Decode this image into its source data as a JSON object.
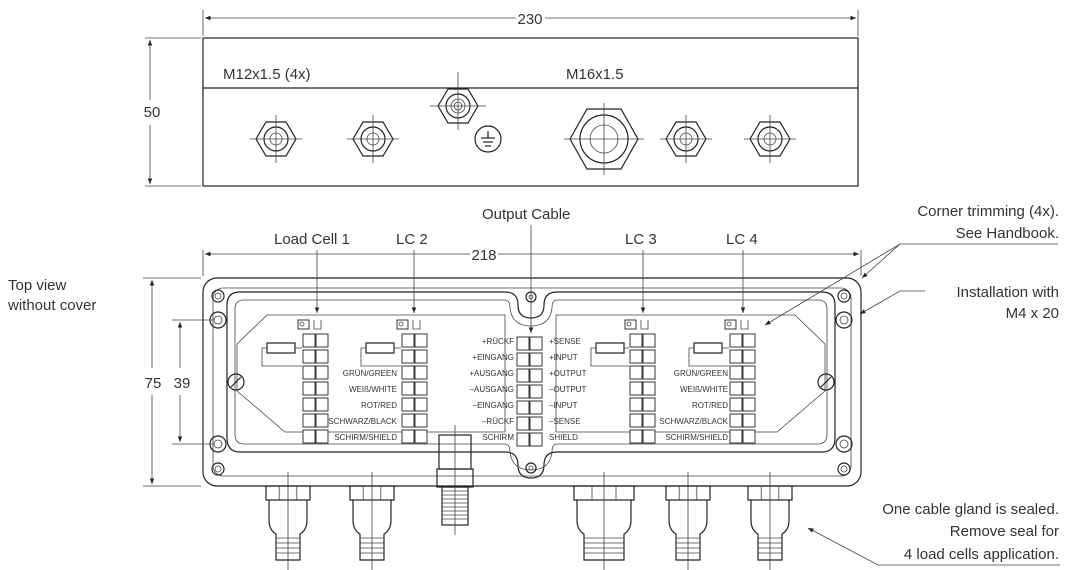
{
  "front_view": {
    "width_dim": "230",
    "height_dim": "50",
    "gland_small_label": "M12x1.5 (4x)",
    "gland_large_label": "M16x1.5"
  },
  "top_view": {
    "view_label_line1": "Top view",
    "view_label_line2": "without cover",
    "width_dim": "218",
    "height_dim_outer": "75",
    "height_dim_inner": "39",
    "output_cable": "Output Cable",
    "load_cell_1": "Load Cell 1",
    "lc2": "LC 2",
    "lc3": "LC 3",
    "lc4": "LC 4",
    "corner_note_line1": "Corner trimming (4x).",
    "corner_note_line2": "See Handbook.",
    "install_line1": "Installation with",
    "install_line2": "M4 x 20",
    "seal_line1": "One cable gland is sealed.",
    "seal_line2": "Remove seal for",
    "seal_line3": "4 load cells application."
  },
  "wire_labels": {
    "green": "GRÜN/GREEN",
    "white": "WEIß/WHITE",
    "red": "ROT/RED",
    "black": "SCHWARZ/BLACK",
    "shield": "SCHIRM/SHIELD"
  },
  "output_labels": {
    "left": [
      "+RÜCKF",
      "+EINGANG",
      "+AUSGANG",
      "–AUSGANG",
      "–EINGANG",
      "–RÜCKF",
      "SCHIRM"
    ],
    "right": [
      "+SENSE",
      "+INPUT",
      "+OUTPUT",
      "–OUTPUT",
      "–INPUT",
      "–SENSE",
      "SHIELD"
    ]
  },
  "icons": {
    "ground": "ground-symbol-icon",
    "screw": "screw-icon",
    "gland": "cable-gland-icon"
  }
}
